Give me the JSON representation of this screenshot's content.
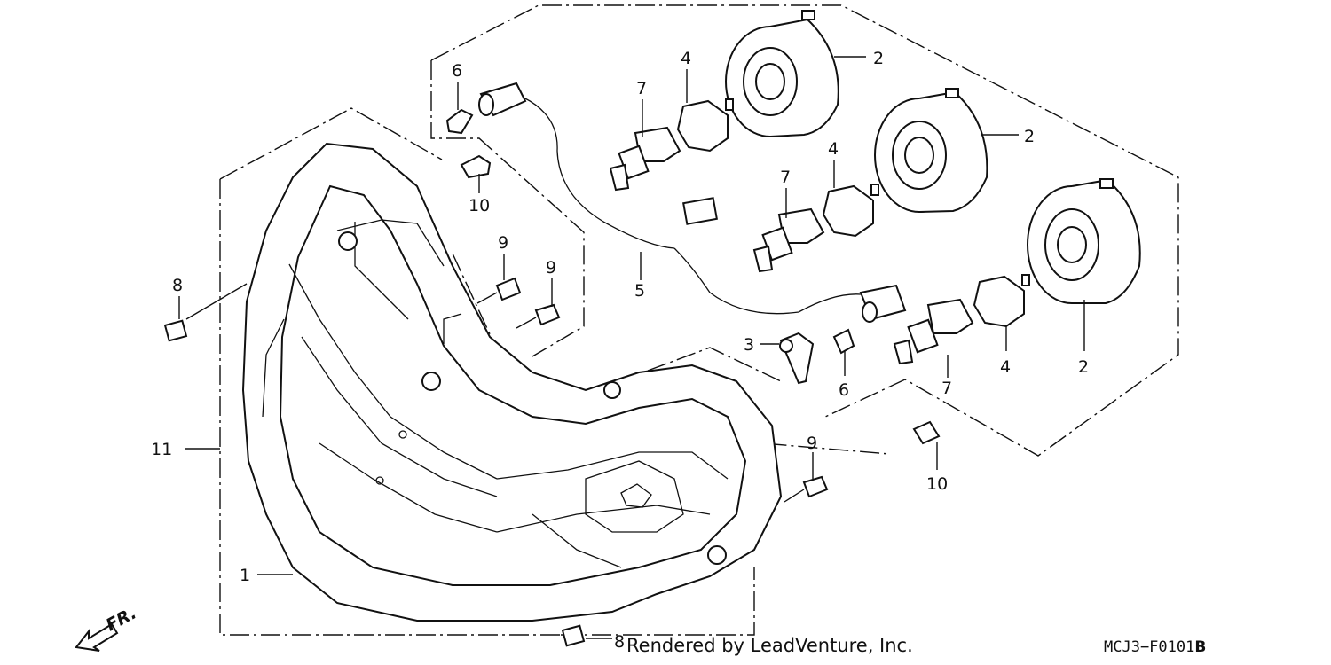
{
  "callouts": {
    "c1": "1",
    "c2a": "2",
    "c2b": "2",
    "c2c": "2",
    "c3": "3",
    "c4a": "4",
    "c4b": "4",
    "c4c": "4",
    "c5": "5",
    "c6a": "6",
    "c6b": "6",
    "c7a": "7",
    "c7b": "7",
    "c7c": "7",
    "c8a": "8",
    "c8b": "8",
    "c9a": "9",
    "c9b": "9",
    "c9c": "9",
    "c10a": "10",
    "c10b": "10",
    "c11": "11"
  },
  "direction_label": "FR.",
  "credit": "Rendered by LeadVenture, Inc.",
  "diagram_code": "MCJ3−F0101",
  "diagram_code_suffix": "B"
}
